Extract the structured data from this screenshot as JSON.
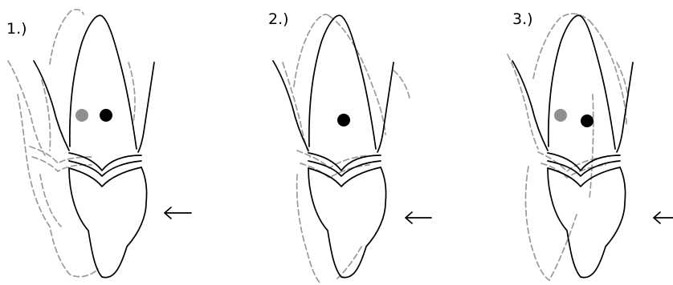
{
  "colors": {
    "outline": "#000000",
    "displaced_outline": "#9a9a9a",
    "center_dot": "#000000",
    "secondary_dot": "#8f8f8f",
    "background": "#ffffff"
  },
  "panels": [
    {
      "label": "1.)",
      "has_secondary_dot": true
    },
    {
      "label": "2.)",
      "has_secondary_dot": false
    },
    {
      "label": "3.)",
      "has_secondary_dot": true
    }
  ]
}
